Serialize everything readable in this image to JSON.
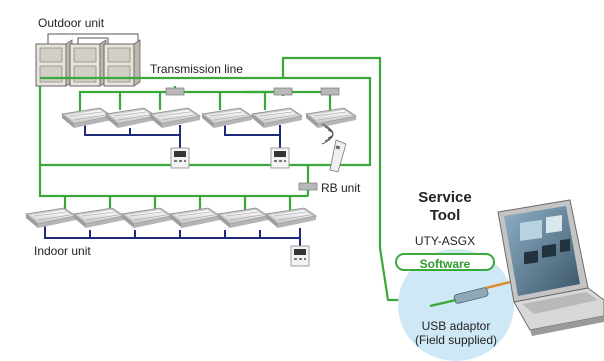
{
  "labels": {
    "outdoor_unit": "Outdoor unit",
    "transmission_line": "Transmission line",
    "rb_unit": "RB unit",
    "indoor_unit": "Indoor unit",
    "service_tool_line1": "Service",
    "service_tool_line2": "Tool",
    "model": "UTY-ASGX",
    "software": "Software",
    "usb_line1": "USB adaptor",
    "usb_line2": "(Field supplied)"
  },
  "colors": {
    "transmission_line": "#3aa83a",
    "remote_line": "#1f2a7a",
    "usb_bubble": "#cfe8f6",
    "unit_body": "#ede8e0"
  },
  "icons": [
    "outdoor-unit-icon",
    "indoor-cassette-icon",
    "rb-unit-icon",
    "wired-remote-icon",
    "wireless-remote-icon",
    "laptop-icon",
    "usb-adaptor-icon"
  ]
}
